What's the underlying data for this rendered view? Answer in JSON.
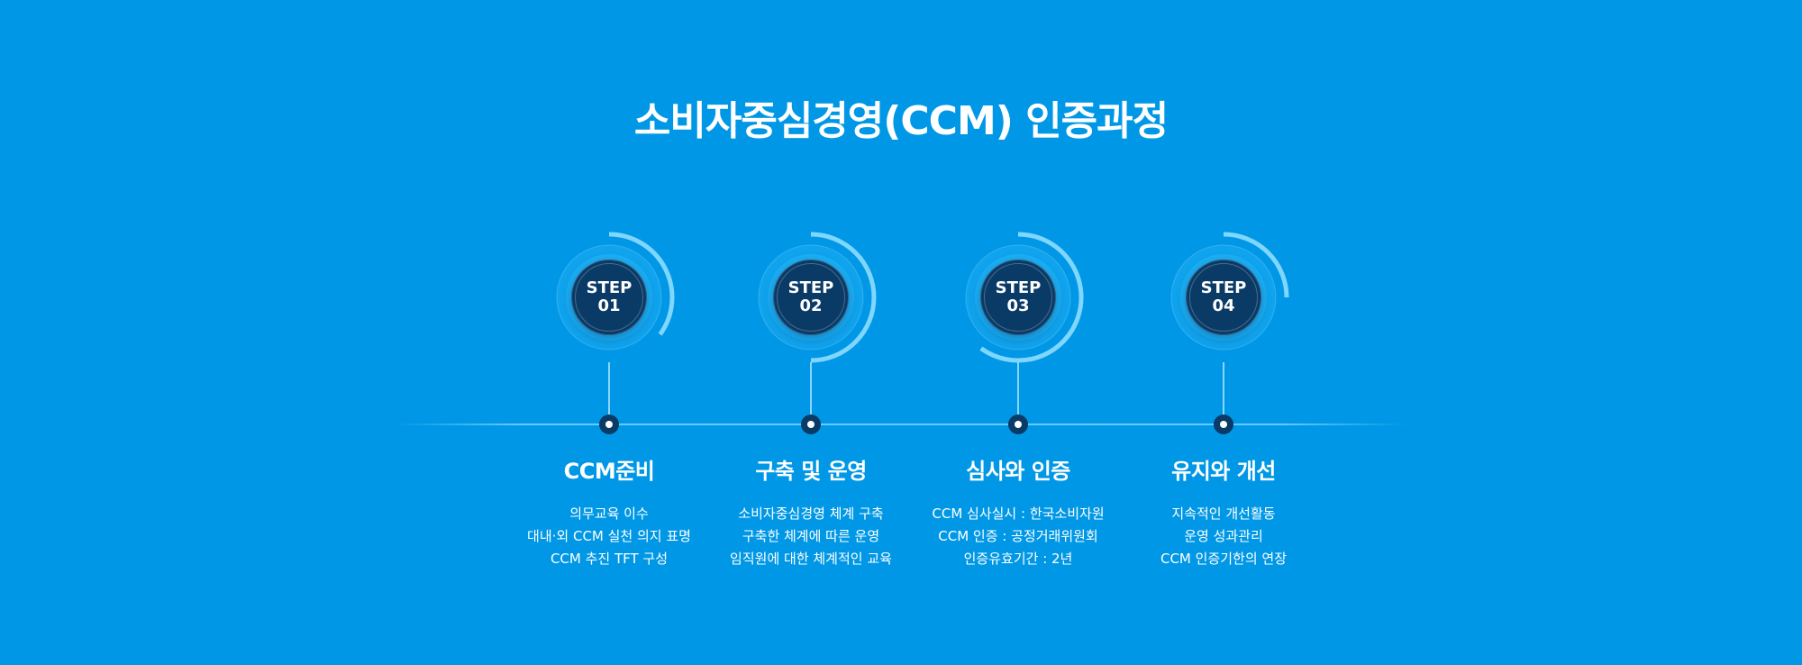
{
  "title": "소비자중심경영(CCM) 인증과정",
  "steps": [
    {
      "label": "STEP",
      "num": "01",
      "title": "CCM준비",
      "lines": [
        "의무교육 이수",
        "대내·외 CCM 실천 의지 표명",
        "CCM 추진 TFT 구성"
      ],
      "progress": 0.35
    },
    {
      "label": "STEP",
      "num": "02",
      "title": "구축 및 운영",
      "lines": [
        "소비자중심경영 체계 구축",
        "구축한 체계에 따른 운영",
        "임직원에 대한 체계적인 교육"
      ],
      "progress": 0.5
    },
    {
      "label": "STEP",
      "num": "03",
      "title": "심사와 인증",
      "lines": [
        "CCM 심사실시 : 한국소비자원",
        "CCM 인증 : 공정거래위원회",
        "인증유효기간 : 2년"
      ],
      "progress": 0.6
    },
    {
      "label": "STEP",
      "num": "04",
      "title": "유지와 개선",
      "lines": [
        "지속적인 개선활동",
        "운영 성과관리",
        "CCM 인증기한의 연장"
      ],
      "progress": 0.25
    }
  ],
  "colors": {
    "background": "#0098e6",
    "circle": "#0a3a66",
    "ring": "#1cb0f5",
    "arc": "#7fd6ff"
  }
}
